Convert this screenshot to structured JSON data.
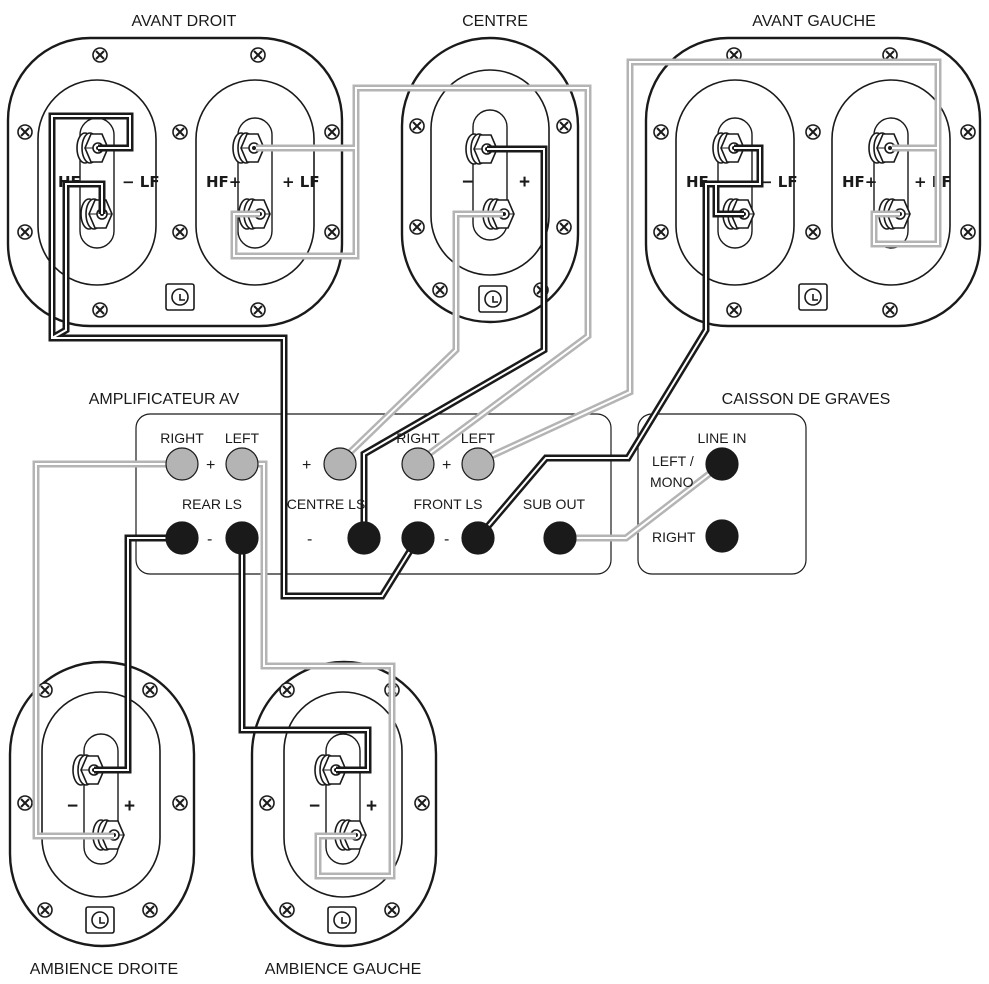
{
  "speakers": {
    "front_right": {
      "title": "AVANT DROIT",
      "left_minus": "HF−",
      "right_minus": "− LF",
      "left_plus": "HF+",
      "right_plus": "+ LF"
    },
    "center": {
      "title": "CENTRE",
      "minus": "−",
      "plus": "+"
    },
    "front_left": {
      "title": "AVANT GAUCHE",
      "left_minus": "HF−",
      "right_minus": "− LF",
      "left_plus": "HF+",
      "right_plus": "+ LF"
    },
    "surround_right": {
      "title": "AMBIENCE DROITE",
      "minus": "−",
      "plus": "+"
    },
    "surround_left": {
      "title": "AMBIENCE GAUCHE",
      "minus": "−",
      "plus": "+"
    }
  },
  "amplifier": {
    "title": "AMPLIFICATEUR AV",
    "rear_right": "RIGHT",
    "rear_left": "LEFT",
    "rear_ls": "REAR LS",
    "centre_ls": "CENTRE LS",
    "front_right": "RIGHT",
    "front_left": "LEFT",
    "front_ls": "FRONT LS",
    "sub_out": "SUB OUT",
    "plus": "+",
    "minus": "-"
  },
  "subwoofer": {
    "title": "CAISSON DE GRAVES",
    "line_in": "LINE IN",
    "left_mono_1": "LEFT /",
    "left_mono_2": "MONO",
    "right": "RIGHT"
  },
  "colors": {
    "negative_wire": "#1a1a1a",
    "positive_wire": "#b4b4b4",
    "outline": "#1a1a1a"
  }
}
